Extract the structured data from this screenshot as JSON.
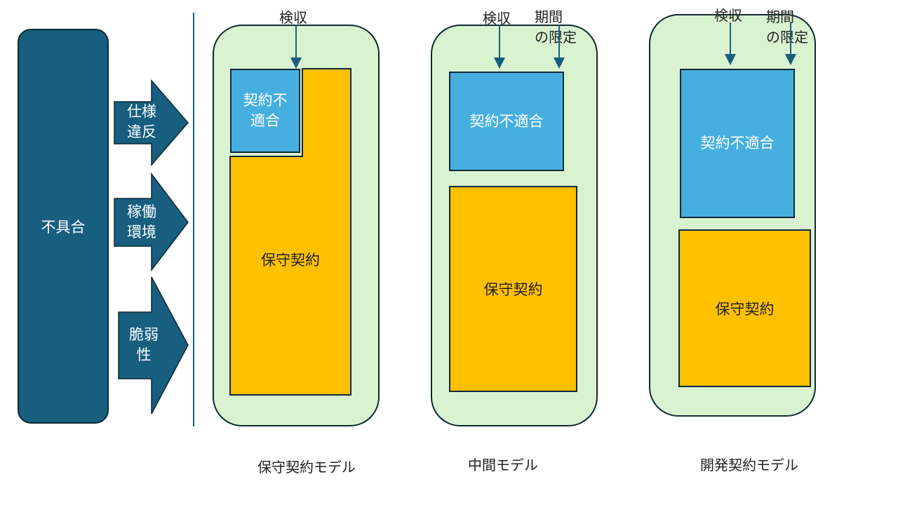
{
  "left": {
    "defect": "不具合",
    "causes": [
      "仕様\n違反",
      "稼働\n環境",
      "脆弱\n性"
    ]
  },
  "models": [
    {
      "name": "保守契約モデル",
      "acceptance": "検収",
      "nonconformity": "契約不\n適合",
      "maintenance": "保守契約"
    },
    {
      "name": "中間モデル",
      "acceptance": "検収",
      "period": "期間\nの限定",
      "nonconformity": "契約不適合",
      "maintenance": "保守契約"
    },
    {
      "name": "開発契約モデル",
      "acceptance": "検収",
      "period": "期間\nの限定",
      "nonconformity": "契約不適合",
      "maintenance": "保守契約"
    }
  ],
  "colors": {
    "dark": "#175e7f",
    "panel": "#d9f2d0",
    "blue": "#47afe0",
    "orange": "#ffc000"
  }
}
